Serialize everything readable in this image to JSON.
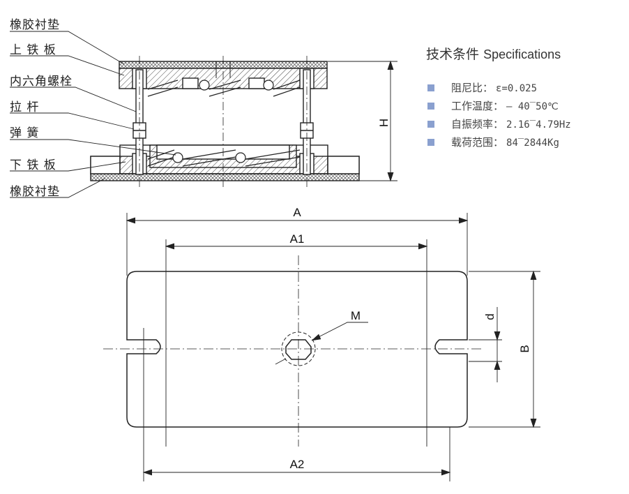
{
  "part_labels": [
    "橡胶衬垫",
    "上 铁 板",
    "内六角螺栓",
    "拉    杆",
    "弹    簧",
    "下 铁 板",
    "橡胶衬垫"
  ],
  "specs": {
    "title_cn": "技术条件",
    "title_en": "Specifications",
    "bullet_color": "#8aa0cf",
    "items": [
      {
        "label": "阻尼比：",
        "value": "ε=0.025"
      },
      {
        "label": "工作温度：",
        "value": "— 40‾50℃"
      },
      {
        "label": "自振频率：",
        "value": "2.16‾4.79Hz"
      },
      {
        "label": "载荷范围：",
        "value": "84‾2844Kg"
      }
    ]
  },
  "dimensions": {
    "height": "H",
    "length": "A",
    "length_inner": "A1",
    "length_bottom": "A2",
    "width": "B",
    "slot": "d",
    "bolt": "M"
  }
}
